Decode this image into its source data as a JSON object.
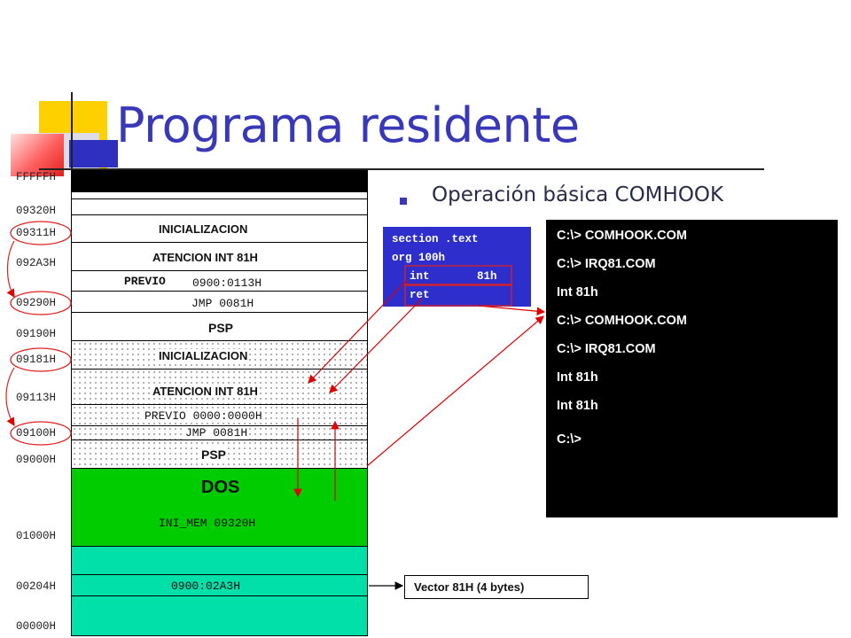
{
  "slide": {
    "title": "Programa residente",
    "subtitle": "Operación básica COMHOOK"
  },
  "memory_map": {
    "addresses": {
      "ffffh": "FFFFFH",
      "a09320": "09320H",
      "a09311": "09311H",
      "a092a3": "092A3H",
      "a09290": "09290H",
      "a09190": "09190H",
      "a09181": "09181H",
      "a09113": "09113H",
      "a09100": "09100H",
      "a09000": "09000H",
      "a01000": "01000H",
      "a00204": "00204H",
      "a00000": "00000H"
    },
    "blocks": {
      "inicializacion_top": "INICIALIZACION",
      "atencion_top": "ATENCION INT 81H",
      "previo_word": "PREVIO",
      "previo_top_value": "0900:0113H",
      "jmp_top": "JMP 0081H",
      "psp_top": "PSP",
      "inicializacion_bottom": "INICIALIZACION",
      "atencion_bottom": "ATENCION INT 81H",
      "previo_bottom": "PREVIO 0000:0000H",
      "jmp_bottom": "JMP 0081H",
      "psp_bottom": "PSP",
      "dos": "DOS",
      "ini_mem": "INI_MEM 09320H",
      "vector_value": "0900:02A3H"
    }
  },
  "code": {
    "line1": "section .text",
    "line2": "org 100h",
    "line3_op": "int",
    "line3_arg": "81h",
    "line4": "ret"
  },
  "terminal": {
    "lines": [
      "C:\\>  COMHOOK.COM",
      "C:\\> IRQ81.COM",
      "Int 81h",
      "C:\\>  COMHOOK.COM",
      "C:\\> IRQ81.COM",
      "Int 81h",
      "Int 81h",
      "C:\\>"
    ]
  },
  "vector_label": "Vector 81H  (4 bytes)",
  "colors": {
    "title": "#3838b8",
    "dos_green": "#00cc00",
    "teal": "#00e0a8",
    "code_bg": "#2e2ecc",
    "arrow_red": "#e00000",
    "circle_red": "#e02020"
  }
}
